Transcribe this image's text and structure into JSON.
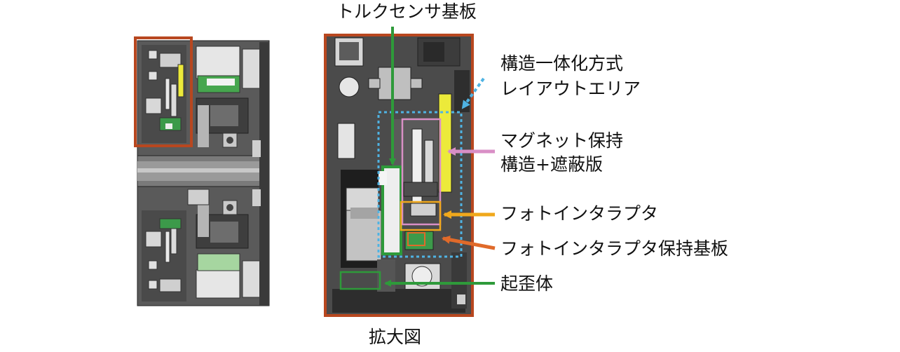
{
  "labels": {
    "torque_sensor_board": "トルクセンサ基板",
    "integrated_layout_line1": "構造一体化方式",
    "integrated_layout_line2": "レイアウトエリア",
    "magnet_holder_line1": "マグネット保持",
    "magnet_holder_line2": "構造+遮蔽版",
    "photo_interrupter": "フォトインタラプタ",
    "photo_interrupter_board": "フォトインタラプタ保持基板",
    "strain_body": "起歪体",
    "enlarged_view": "拡大図"
  },
  "colors": {
    "frame_orange": "#b8471f",
    "green_arrow": "#2e9a3a",
    "dotted_blue": "#4fb3e3",
    "pink": "#d98fc6",
    "yellow_orange": "#f0a81c",
    "orange": "#e06a2a",
    "magnet_yellow": "#ecea3a",
    "board_green": "#3c9a4a"
  }
}
